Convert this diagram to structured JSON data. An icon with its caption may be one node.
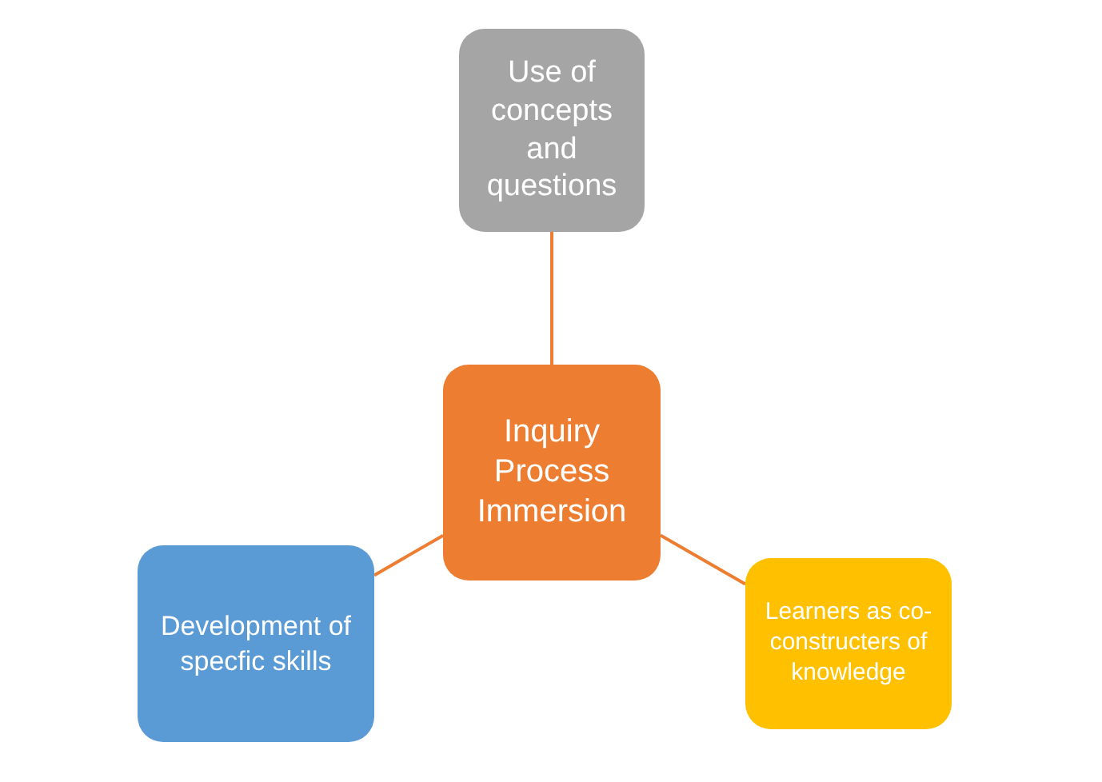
{
  "diagram": {
    "nodes": [
      {
        "text": [
          "Use of concepts and questions"
        ]
      },
      {
        "text": [
          "Inquiry Process Immersion"
        ]
      },
      {
        "text": [
          "Development of specfic skills"
        ]
      },
      {
        "text": [
          "Learners as co-constructers of knowledge"
        ]
      }
    ],
    "edges": [
      {
        "from": 1,
        "to": 0,
        "arrow": "none"
      },
      {
        "from": 1,
        "to": 2,
        "arrow": "none"
      },
      {
        "from": 1,
        "to": 3,
        "arrow": "none"
      }
    ]
  }
}
